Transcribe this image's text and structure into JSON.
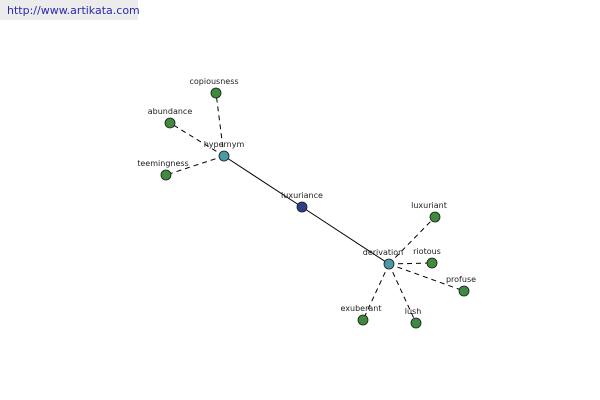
{
  "site_link": "http://www.artikata.com",
  "colors": {
    "center_node": "#2f3f8c",
    "relation_node": "#4a9aa6",
    "leaf_node": "#3f8a3f",
    "edge": "#000000"
  },
  "graph": {
    "nodes": [
      {
        "id": "luxuriance",
        "label": "luxuriance",
        "kind": "center"
      },
      {
        "id": "hypernym",
        "label": "hypernym",
        "kind": "relation"
      },
      {
        "id": "derivation",
        "label": "derivation",
        "kind": "relation"
      },
      {
        "id": "copiousness",
        "label": "copiousness",
        "kind": "leaf"
      },
      {
        "id": "abundance",
        "label": "abundance",
        "kind": "leaf"
      },
      {
        "id": "teemingness",
        "label": "teemingness",
        "kind": "leaf"
      },
      {
        "id": "luxuriant",
        "label": "luxuriant",
        "kind": "leaf"
      },
      {
        "id": "riotous",
        "label": "riotous",
        "kind": "leaf"
      },
      {
        "id": "profuse",
        "label": "profuse",
        "kind": "leaf"
      },
      {
        "id": "lush",
        "label": "lush",
        "kind": "leaf"
      },
      {
        "id": "exuberant",
        "label": "exuberant",
        "kind": "leaf"
      }
    ],
    "edges": [
      {
        "from": "luxuriance",
        "to": "hypernym",
        "style": "solid"
      },
      {
        "from": "luxuriance",
        "to": "derivation",
        "style": "solid"
      },
      {
        "from": "hypernym",
        "to": "copiousness",
        "style": "dashed"
      },
      {
        "from": "hypernym",
        "to": "abundance",
        "style": "dashed"
      },
      {
        "from": "hypernym",
        "to": "teemingness",
        "style": "dashed"
      },
      {
        "from": "derivation",
        "to": "luxuriant",
        "style": "dashed"
      },
      {
        "from": "derivation",
        "to": "riotous",
        "style": "dashed"
      },
      {
        "from": "derivation",
        "to": "profuse",
        "style": "dashed"
      },
      {
        "from": "derivation",
        "to": "lush",
        "style": "dashed"
      },
      {
        "from": "derivation",
        "to": "exuberant",
        "style": "dashed"
      }
    ]
  }
}
